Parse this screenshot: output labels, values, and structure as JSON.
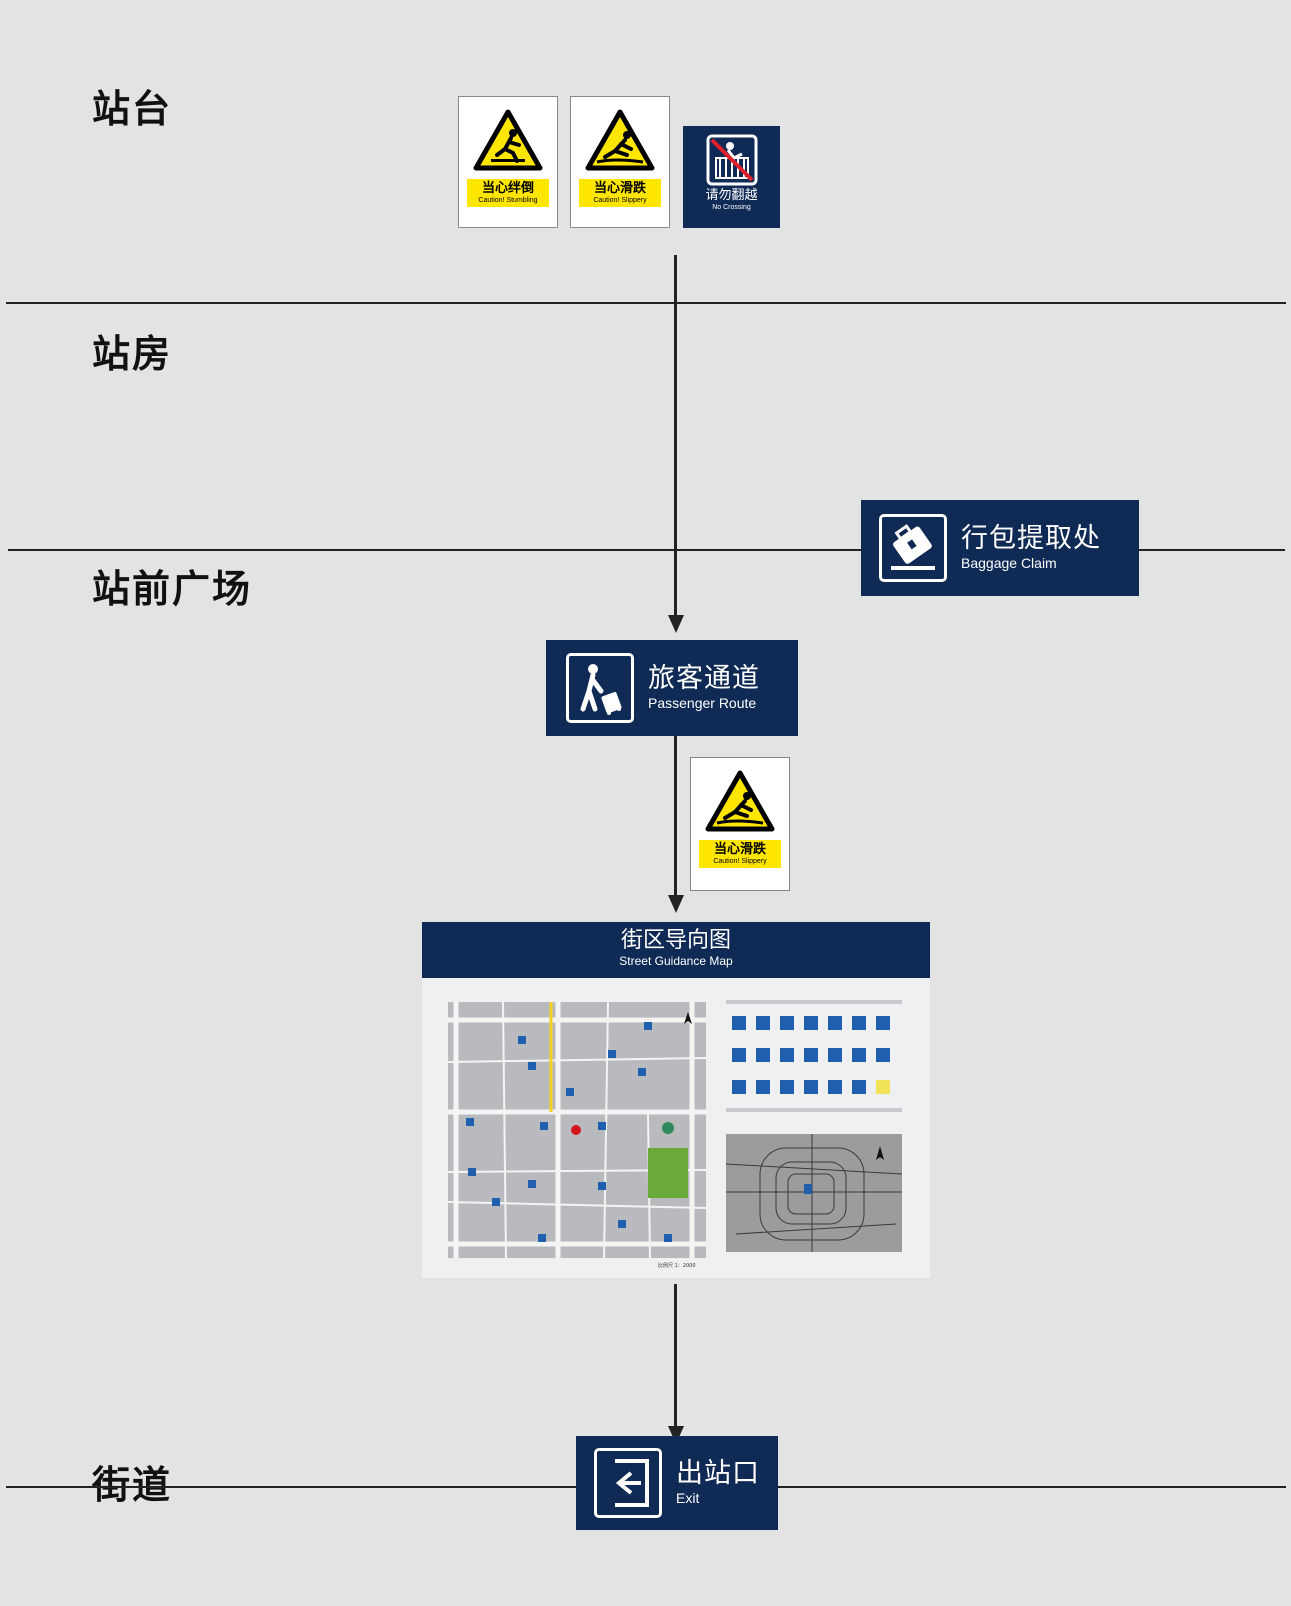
{
  "zones": {
    "platform": "站台",
    "station_building": "站房",
    "forecourt": "站前广场",
    "street": "街道"
  },
  "signs": {
    "stumble": {
      "cn": "当心绊倒",
      "en": "Caution! Stumbling"
    },
    "slippery": {
      "cn": "当心滑跌",
      "en": "Caution! Slippery"
    },
    "no_crossing": {
      "cn": "请勿翻越",
      "en": "No Crossing"
    },
    "baggage": {
      "cn": "行包提取处",
      "en": "Baggage  Claim"
    },
    "passenger": {
      "cn": "旅客通道",
      "en": "Passenger Route"
    },
    "slippery2": {
      "cn": "当心滑跌",
      "en": "Caution! Slippery"
    },
    "map": {
      "cn": "街区导向图",
      "en": "Street Guidance Map",
      "scale": "比例尺 1：2000"
    },
    "exit": {
      "cn": "出站口",
      "en": "Exit"
    }
  },
  "colors": {
    "navy": "#0f2a55",
    "warning_yellow": "#ffe600",
    "background": "#e4e3e3"
  }
}
